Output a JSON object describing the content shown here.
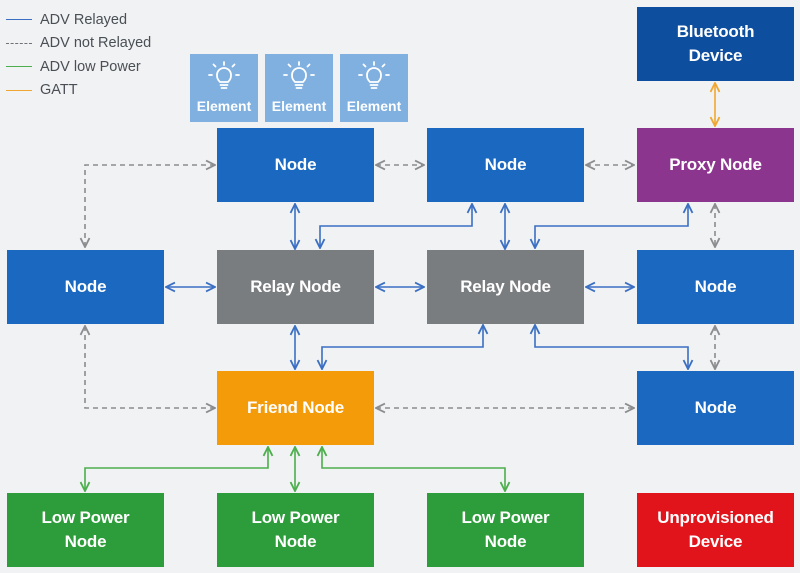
{
  "legend": {
    "items": [
      {
        "label": "ADV Relayed",
        "color": "#3a6fc4",
        "style": "solid"
      },
      {
        "label": "ADV not Relayed",
        "color": "#8a8c8f",
        "style": "dashed"
      },
      {
        "label": "ADV low Power",
        "color": "#4cae4c",
        "style": "solid"
      },
      {
        "label": "GATT",
        "color": "#f0a732",
        "style": "solid"
      }
    ]
  },
  "colors": {
    "node": "#1a68c0",
    "relay": "#7a7d80",
    "friend": "#f49b0a",
    "proxy": "#8c358f",
    "bluetooth": "#0e4e9e",
    "low_power": "#2d9c3a",
    "unprovisioned": "#e1141c",
    "element": "#7fb0e0"
  },
  "elements": [
    {
      "label": "Element",
      "icon": "lightbulb-icon"
    },
    {
      "label": "Element",
      "icon": "lightbulb-icon"
    },
    {
      "label": "Element",
      "icon": "lightbulb-icon"
    }
  ],
  "nodes": {
    "node_top_1": "Node",
    "node_top_2": "Node",
    "proxy_node": "Proxy Node",
    "bluetooth_device": "Bluetooth\nDevice",
    "node_left": "Node",
    "relay_node_1": "Relay Node",
    "relay_node_2": "Relay Node",
    "node_right_mid": "Node",
    "friend_node": "Friend Node",
    "node_right_low": "Node",
    "low_power_1": "Low Power\nNode",
    "low_power_2": "Low Power\nNode",
    "low_power_3": "Low Power\nNode",
    "unprovisioned_device": "Unprovisioned\nDevice"
  }
}
